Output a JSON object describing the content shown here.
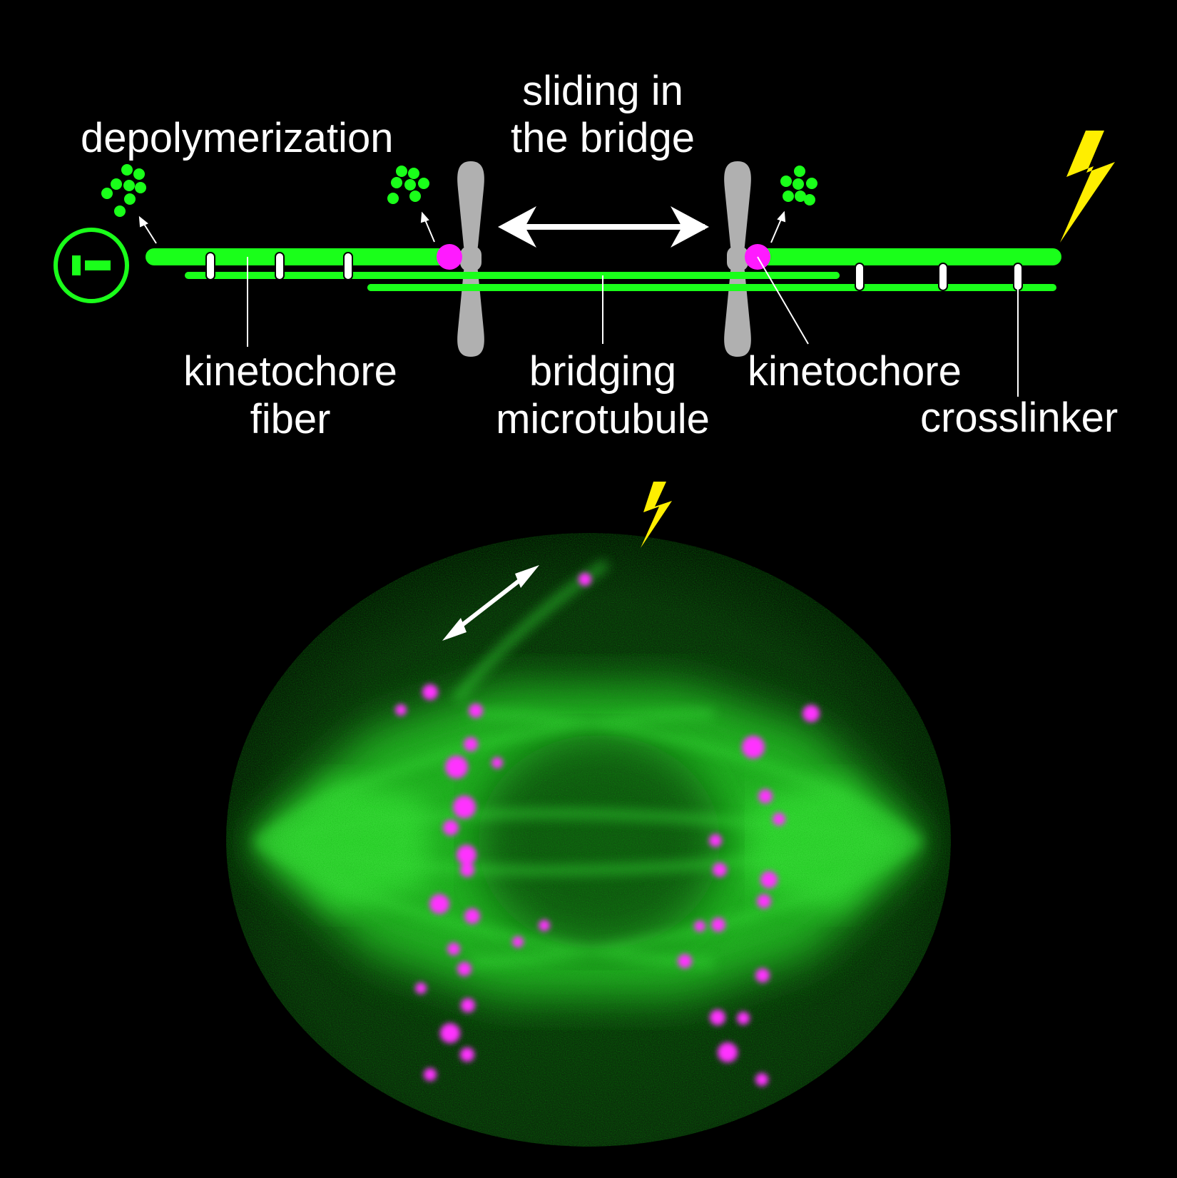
{
  "labels": {
    "depolymerization": "depolymerization",
    "sliding_line1": "sliding in",
    "sliding_line2": "the bridge",
    "kfiber_line1": "kinetochore",
    "kfiber_line2": "fiber",
    "bridging_line1": "bridging",
    "bridging_line2": "microtubule",
    "kinetochore": "kinetochore",
    "crosslinker": "crosslinker"
  },
  "icons": {
    "pole": "minus-end-pole-icon",
    "laser": "lightning-bolt-icon",
    "arrow": "double-headed-arrow-icon"
  },
  "colors": {
    "microtubule": "#1aff1a",
    "kinetochore": "#ff1aff",
    "chromosome": "#b0b0b0",
    "laser": "#ffee00",
    "text": "#ffffff",
    "background": "#000000"
  }
}
